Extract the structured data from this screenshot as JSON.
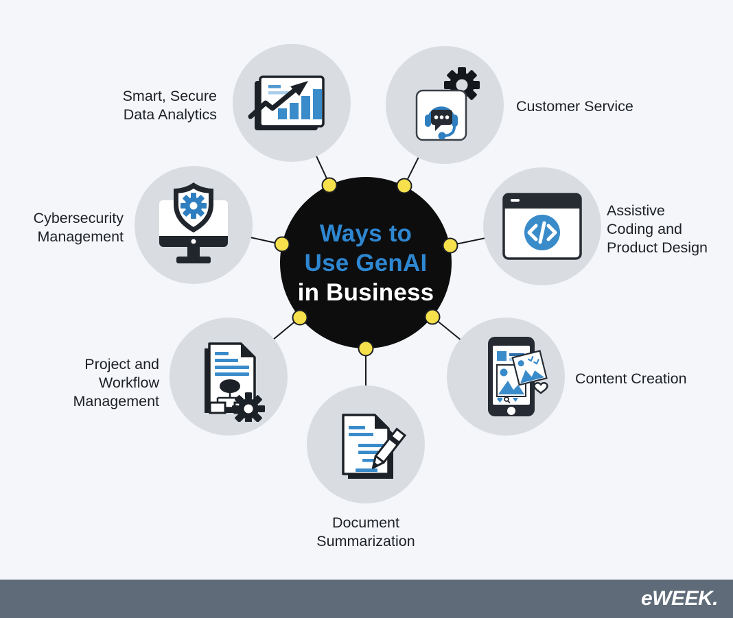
{
  "title": {
    "line1": "Ways to",
    "line2": "Use GenAI",
    "line3": "in Business"
  },
  "nodes": [
    {
      "id": "data-analytics",
      "label": "Smart, Secure\nData Analytics",
      "icon": "bar-chart-growth-icon"
    },
    {
      "id": "customer-service",
      "label": "Customer Service",
      "icon": "chatbot-headset-icon"
    },
    {
      "id": "assistive-coding",
      "label": "Assistive\nCoding and\nProduct Design",
      "icon": "code-window-icon"
    },
    {
      "id": "content-creation",
      "label": "Content Creation",
      "icon": "tablet-media-icon"
    },
    {
      "id": "document-summarization",
      "label": "Document\nSummarization",
      "icon": "document-pencil-icon"
    },
    {
      "id": "project-workflow",
      "label": "Project and\nWorkflow\nManagement",
      "icon": "document-flowchart-gear-icon"
    },
    {
      "id": "cybersecurity",
      "label": "Cybersecurity\nManagement",
      "icon": "shield-gear-monitor-icon"
    }
  ],
  "footer": {
    "logo_text": "eWEEK."
  },
  "colors": {
    "bg": "#f4f6fa",
    "hub": "#0d0d0e",
    "accent": "#2e87d1",
    "node": "#d9dce1",
    "yellow": "#f6e14d",
    "footer": "#5f6b78",
    "text": "#1d2025",
    "dark": "#21262d",
    "icon_blue": "#3a8bc9",
    "light_blue": "#abcdea"
  }
}
